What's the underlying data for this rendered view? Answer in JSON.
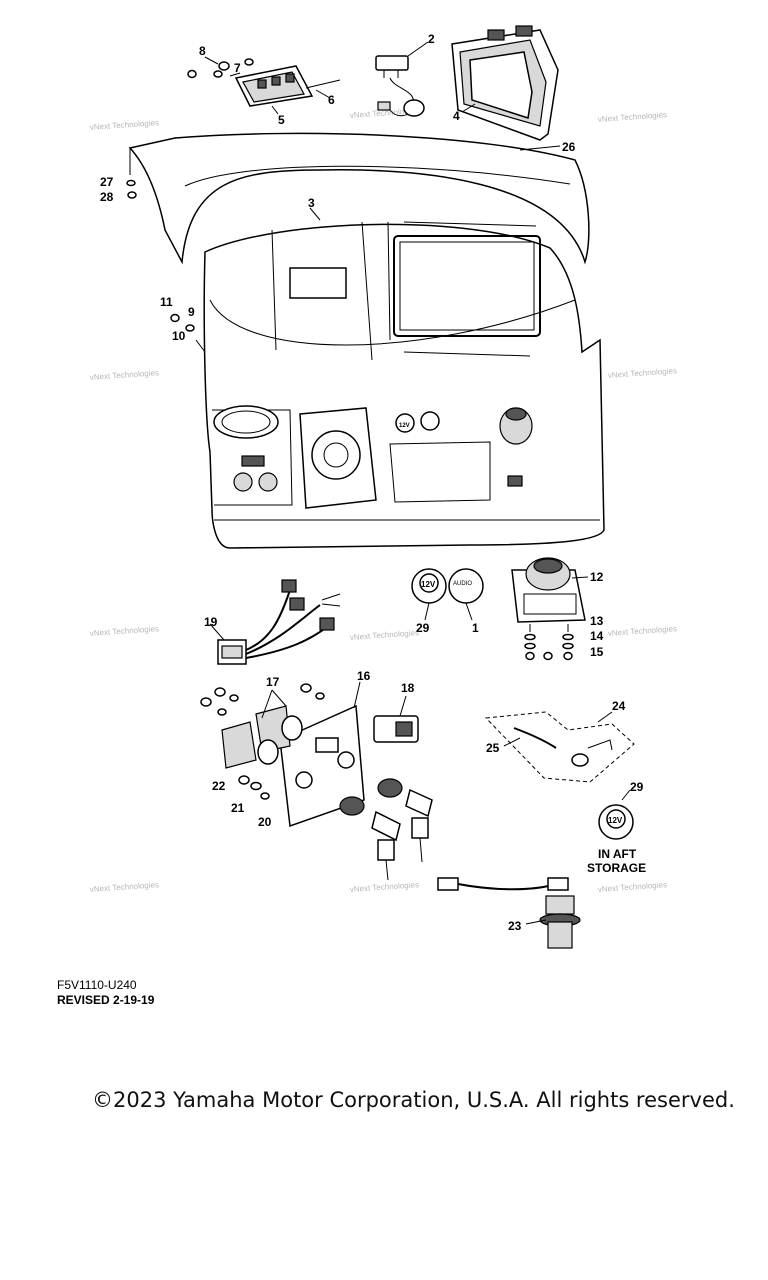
{
  "parts": {
    "p1": "1",
    "p2": "2",
    "p3": "3",
    "p4": "4",
    "p5": "5",
    "p6": "6",
    "p7": "7",
    "p8": "8",
    "p9": "9",
    "p10": "10",
    "p11": "11",
    "p12": "12",
    "p13": "13",
    "p14": "14",
    "p15": "15",
    "p16": "16",
    "p17": "17",
    "p18": "18",
    "p19": "19",
    "p20": "20",
    "p21": "21",
    "p22": "22",
    "p23": "23",
    "p24": "24",
    "p25": "25",
    "p26": "26",
    "p27": "27",
    "p28": "28",
    "p29a": "29",
    "p29b": "29"
  },
  "watermark": "vNext Technologies",
  "labels": {
    "twelve_v": "12V",
    "audio_badge": "AUDIO",
    "aft_storage_line1": "IN AFT",
    "aft_storage_line2": "STORAGE"
  },
  "footer": {
    "code": "F5V1110-U240",
    "revised": "REVISED 2-19-19",
    "copyright": "©2023 Yamaha Motor Corporation, U.S.A. All rights reserved."
  }
}
